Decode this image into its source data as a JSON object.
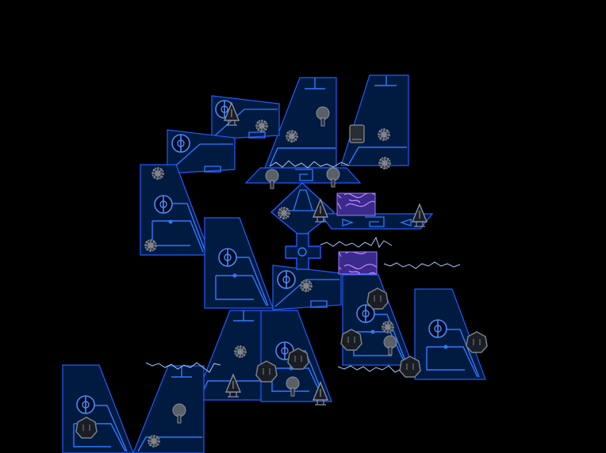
{
  "colors": {
    "background": "#000000",
    "panel_fill": "#001a40",
    "panel_stroke": "#1e5cff",
    "trace": "#2f7bff",
    "gear": "#8a8f9a",
    "gear_dark": "#3a3f4a",
    "node": "#7a7f88",
    "crystal_fill": "#3a2a8a",
    "crystal_line": "#c080ff",
    "wave": "#a8c8ff"
  },
  "icons": {
    "panel": "tech-tower-panel",
    "gear": "gear-icon",
    "node": "hex-node-icon",
    "antenna": "antenna-icon",
    "probe": "probe-icon",
    "dial": "dial-icon",
    "crystal": "crystal-tile",
    "wave": "signal-wave",
    "cross": "cross-junction",
    "diamond": "diamond-core"
  }
}
